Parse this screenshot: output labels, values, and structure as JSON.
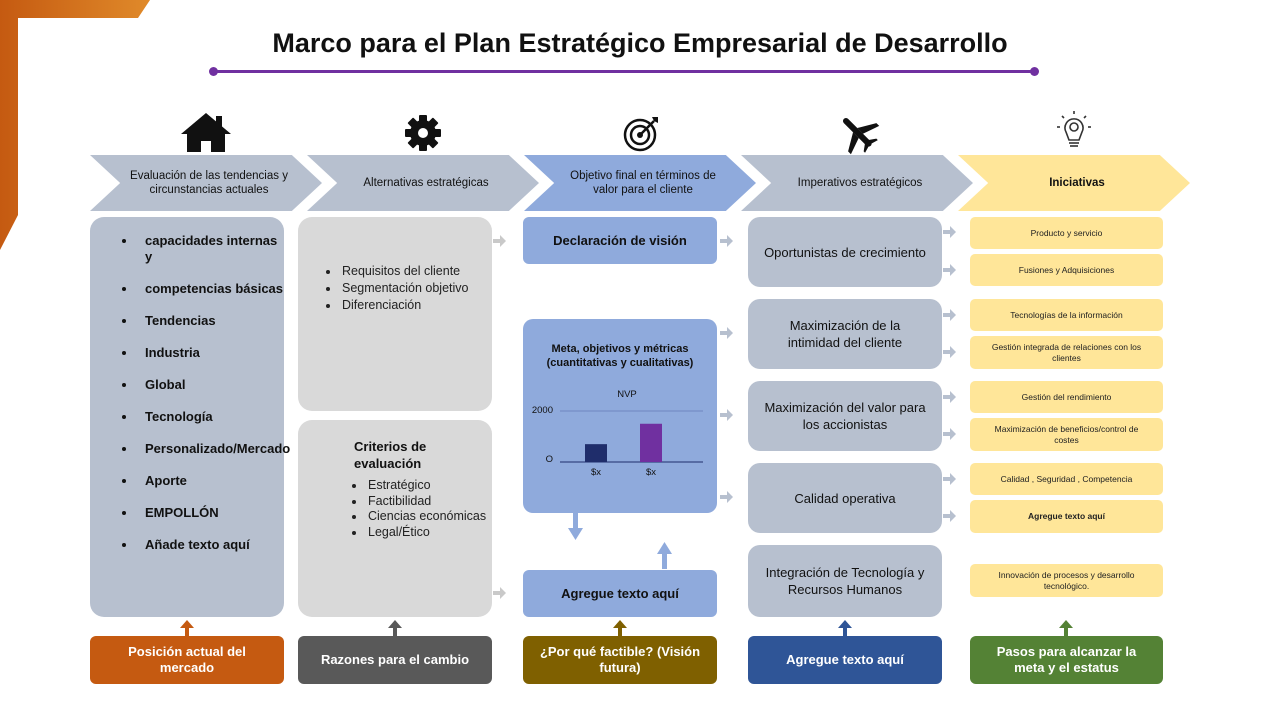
{
  "title": "Marco para el Plan Estratégico Empresarial de Desarrollo",
  "colors": {
    "accent": "#7030a0",
    "orange": "#c55a11",
    "darkgray": "#595959",
    "olive": "#7f6000",
    "navy": "#2f5597",
    "green": "#548235",
    "blue_light": "#8faadc",
    "gray_light": "#b7c0cf",
    "yellow": "#ffe699"
  },
  "icons": [
    "home-icon",
    "gear-icon",
    "target-icon",
    "airplane-icon",
    "lightbulb-gear-icon"
  ],
  "headers": [
    "Evaluación de las tendencias y circunstancias actuales",
    "Alternativas estratégicas",
    "Objetivo final en términos de valor para el cliente",
    "Imperativos estratégicos",
    "Iniciativas"
  ],
  "col1_items": [
    "capacidades internas y",
    "competencias básicas",
    "Tendencias",
    "Industria",
    "Global",
    "Tecnología",
    "Personalizado/Mercado",
    "Aporte",
    "EMPOLLÓN",
    "Añade texto aquí"
  ],
  "col2_top_items": [
    "Requisitos del cliente",
    "Segmentación objetivo",
    "Diferenciación"
  ],
  "col2_bottom": {
    "heading": "Criterios de evaluación",
    "items": [
      "Estratégico",
      "Factibilidad",
      "Ciencias económicas",
      "Legal/Ético"
    ]
  },
  "col3": {
    "vision": "Declaración de visión",
    "meta_title": "Meta, objetivos y métricas (cuantitativas y cualitativas)",
    "bottom": "Agregue texto aquí"
  },
  "chart_data": {
    "type": "bar",
    "title": "NVP",
    "categories": [
      "$x",
      "$x"
    ],
    "values": [
      700,
      1500
    ],
    "colors": [
      "#1f2d6b",
      "#7030a0"
    ],
    "ytick_labels": [
      "O",
      "2000"
    ],
    "ylim": [
      0,
      2000
    ]
  },
  "col4": [
    "Oportunistas de crecimiento",
    "Maximización de la intimidad del cliente",
    "Maximización del valor para los accionistas",
    "Calidad operativa",
    "Integración de Tecnología y Recursos Humanos"
  ],
  "col5": [
    "Producto y servicio",
    "Fusiones y Adquisiciones",
    "Tecnologías de la información",
    "Gestión integrada de relaciones con los clientes",
    "Gestión del rendimiento",
    "Maximización de beneficios/control de costes",
    "Calidad , Seguridad , Competencia",
    "Agregue texto aquí",
    "Innovación de procesos y desarrollo tecnológico."
  ],
  "bottoms": [
    "Posición actual del mercado",
    "Razones para el cambio",
    "¿Por qué factible? (Visión futura)",
    "Agregue texto aquí",
    "Pasos para alcanzar la meta y el estatus"
  ]
}
